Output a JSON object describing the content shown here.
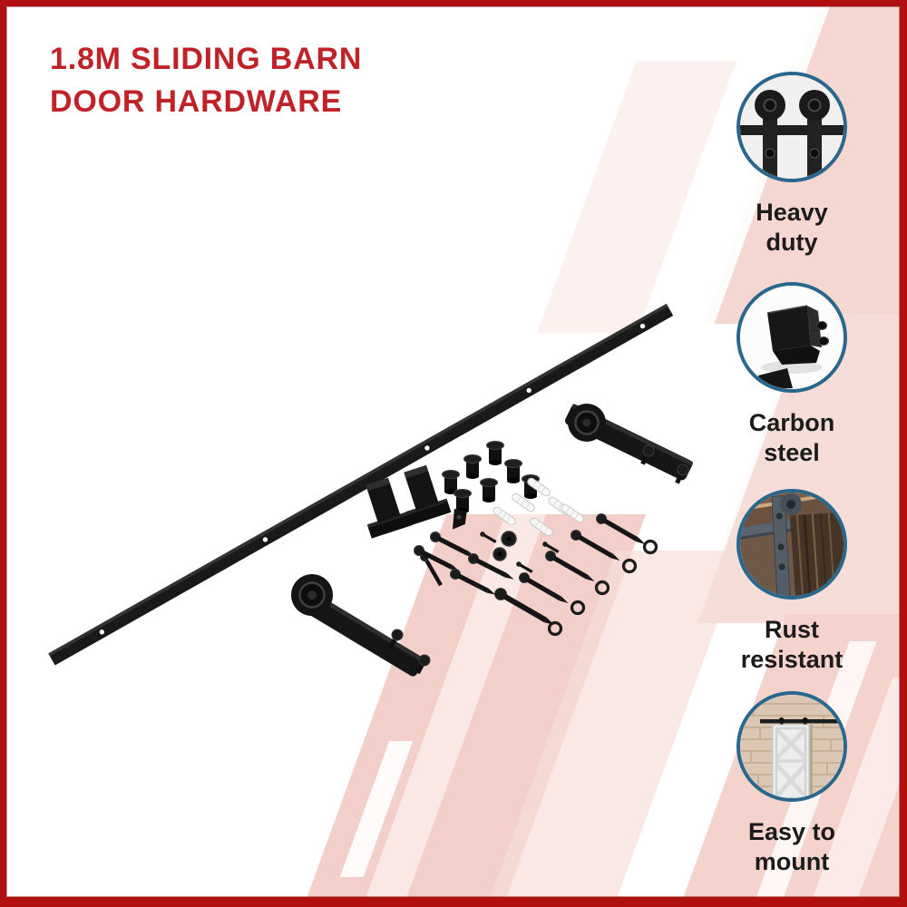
{
  "title": {
    "line1": "1.8M SLIDING BARN",
    "line2": "DOOR HARDWARE",
    "color": "#bf2227"
  },
  "badges": [
    {
      "id": "heavy-duty",
      "lines": [
        "Heavy",
        "duty"
      ],
      "icon": "roller-hangers-on-rail-icon"
    },
    {
      "id": "carbon-steel",
      "lines": [
        "Carbon",
        "steel"
      ],
      "icon": "steel-bracket-icon"
    },
    {
      "id": "rust-resistant",
      "lines": [
        "Rust",
        "resistant"
      ],
      "icon": "hardware-on-wood-door-icon"
    },
    {
      "id": "easy-to-mount",
      "lines": [
        "Easy to",
        "mount"
      ],
      "icon": "barn-door-on-brick-icon"
    }
  ],
  "product_photo": {
    "description": "sliding barn door hardware kit laid out on white",
    "parts": [
      "flat track rail with mounting holes",
      "roller hanger strap x2",
      "door stop bracket x2",
      "black rail spacers x7",
      "white wall plugs x6",
      "lag screws",
      "washers x5",
      "hex bolts and caps",
      "anti-jump clip"
    ]
  },
  "colors": {
    "frame_red": "#b11010",
    "title_red": "#bf2227",
    "badge_ring_blue": "#29678d",
    "stripe_pink": "#f2cfc8",
    "stripe_pink_light": "#fae8e4",
    "label_black": "#1b1b1b",
    "hardware_black": "#161616"
  }
}
